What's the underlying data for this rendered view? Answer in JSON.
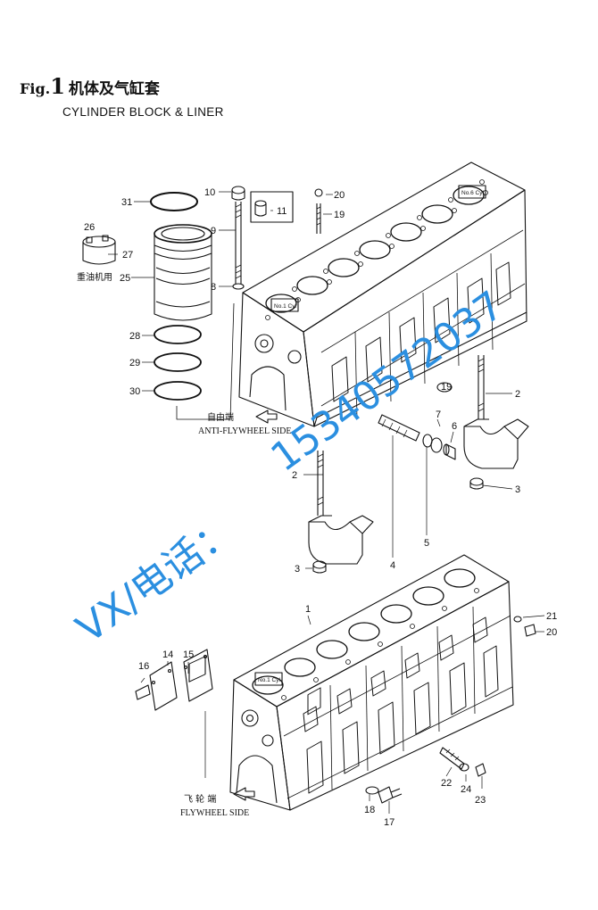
{
  "title": {
    "fig_label": "Fig.",
    "fig_number": "1",
    "chinese": "机体及气缸套",
    "english": "CYLINDER BLOCK & LINER"
  },
  "sides": {
    "anti_flywheel_cn": "自由端",
    "anti_flywheel_en": "ANTI-FLYWHEEL SIDE",
    "flywheel_cn": "飞 轮 端",
    "flywheel_en": "FLYWHEEL SIDE"
  },
  "heavy_oil_note": "重油机用",
  "stamp_text": "No.6 Cyl",
  "stamp_text_1": "No.1 Cyl",
  "watermark": {
    "phone": "15340572037",
    "contact": "VX/电话：",
    "color": "#2b8fe0"
  },
  "callouts": {
    "c1": "1",
    "c2a": "2",
    "c2b": "2",
    "c3a": "3",
    "c3b": "3",
    "c4": "4",
    "c5": "5",
    "c6": "6",
    "c7": "7",
    "c8": "8",
    "c9": "9",
    "c10": "10",
    "c11": "11",
    "c14": "14",
    "c15": "15",
    "c16": "16",
    "c17": "17",
    "c18": "18",
    "c19a": "19",
    "c19b": "19",
    "c20a": "20",
    "c20b": "20",
    "c21": "21",
    "c22": "22",
    "c23": "23",
    "c24": "24",
    "c25": "25",
    "c26": "26",
    "c27": "27",
    "c28": "28",
    "c29": "29",
    "c30": "30",
    "c31": "31"
  }
}
